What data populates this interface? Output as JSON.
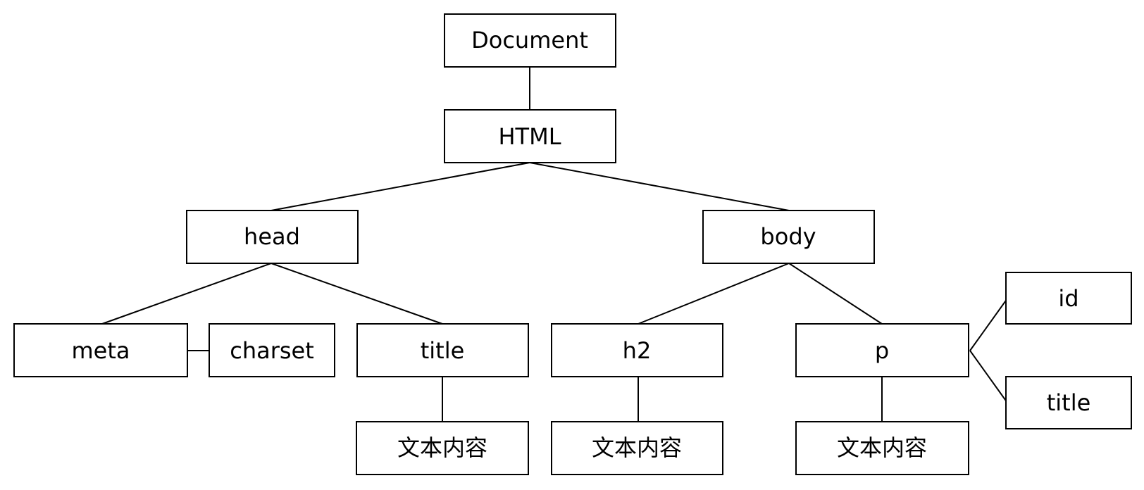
{
  "diagram": {
    "nodes": {
      "document": "Document",
      "html": "HTML",
      "head": "head",
      "body": "body",
      "meta": "meta",
      "charset": "charset",
      "title": "title",
      "h2": "h2",
      "p": "p",
      "id": "id",
      "p_title": "title",
      "title_text": "文本内容",
      "h2_text": "文本内容",
      "p_text": "文本内容"
    },
    "edges": [
      [
        "document",
        "html"
      ],
      [
        "html",
        "head"
      ],
      [
        "html",
        "body"
      ],
      [
        "head",
        "meta"
      ],
      [
        "head",
        "title"
      ],
      [
        "meta",
        "charset"
      ],
      [
        "title",
        "title_text"
      ],
      [
        "body",
        "h2"
      ],
      [
        "body",
        "p"
      ],
      [
        "h2",
        "h2_text"
      ],
      [
        "p",
        "p_text"
      ],
      [
        "p",
        "id"
      ],
      [
        "p",
        "p_title"
      ]
    ],
    "line_color": "#000000",
    "box_fill": "#ffffff"
  }
}
